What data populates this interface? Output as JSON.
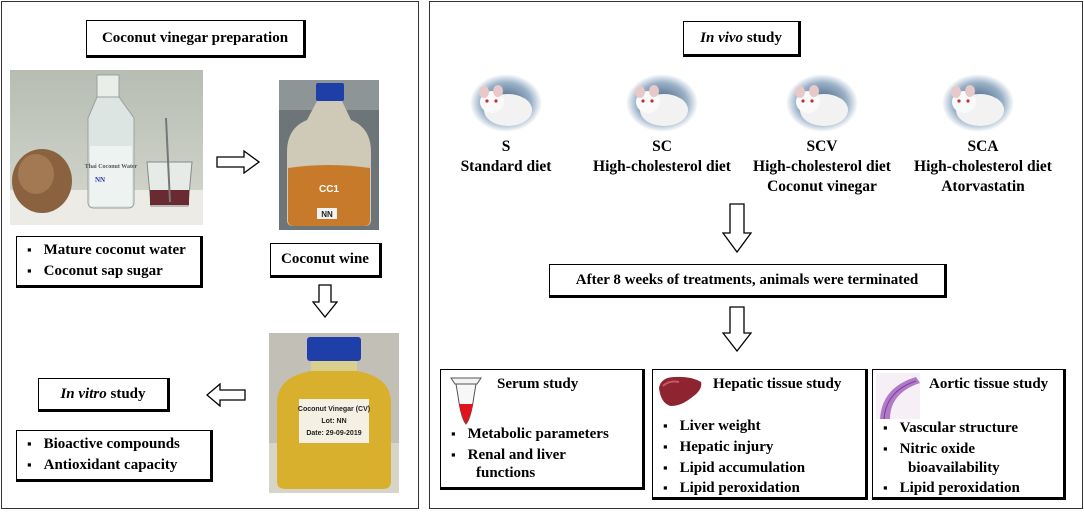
{
  "left": {
    "title": "Coconut vinegar preparation",
    "ingredients": [
      "Mature coconut water",
      "Coconut sap sugar"
    ],
    "bottle_label_left": "Thai Coconut Water",
    "bottle_label_left_mark": "NN",
    "wine_jar_label": "CC1",
    "wine_jar_mark": "NN",
    "coconut_wine": "Coconut wine",
    "vinegar_bottle_label": [
      "Coconut Vinegar (CV)",
      "Lot: NN",
      "Date: 29-09-2019"
    ],
    "in_vitro_title_italic": "In vitro",
    "in_vitro_title_rest": " study",
    "in_vitro_items": [
      "Bioactive compounds",
      "Antioxidant capacity"
    ]
  },
  "right": {
    "in_vivo_title_italic": "In vivo",
    "in_vivo_title_rest": " study",
    "groups": [
      {
        "code": "S",
        "line1": "Standard diet",
        "line2": ""
      },
      {
        "code": "SC",
        "line1": "High-cholesterol diet",
        "line2": ""
      },
      {
        "code": "SCV",
        "line1": "High-cholesterol diet",
        "line2": "Coconut vinegar"
      },
      {
        "code": "SCA",
        "line1": "High-cholesterol diet",
        "line2": "Atorvastatin"
      }
    ],
    "termination": "After 8 weeks of treatments, animals were terminated",
    "serum": {
      "title": "Serum study",
      "items": [
        "Metabolic parameters",
        "Renal and liver functions"
      ]
    },
    "hepatic": {
      "title": "Hepatic tissue study",
      "items": [
        "Liver weight",
        "Hepatic injury",
        "Lipid accumulation",
        "Lipid peroxidation"
      ]
    },
    "aortic": {
      "title": "Aortic tissue study",
      "items": [
        "Vascular structure",
        "Nitric oxide bioavailability",
        "Lipid peroxidation"
      ]
    }
  },
  "colors": {
    "border": "#000000",
    "wine": "#c77a2a",
    "vinegar": "#d8b02e",
    "cap": "#1f3fa8",
    "tube_red": "#e0141c",
    "liver": "#8e2430",
    "aorta": "#b07ac8"
  }
}
